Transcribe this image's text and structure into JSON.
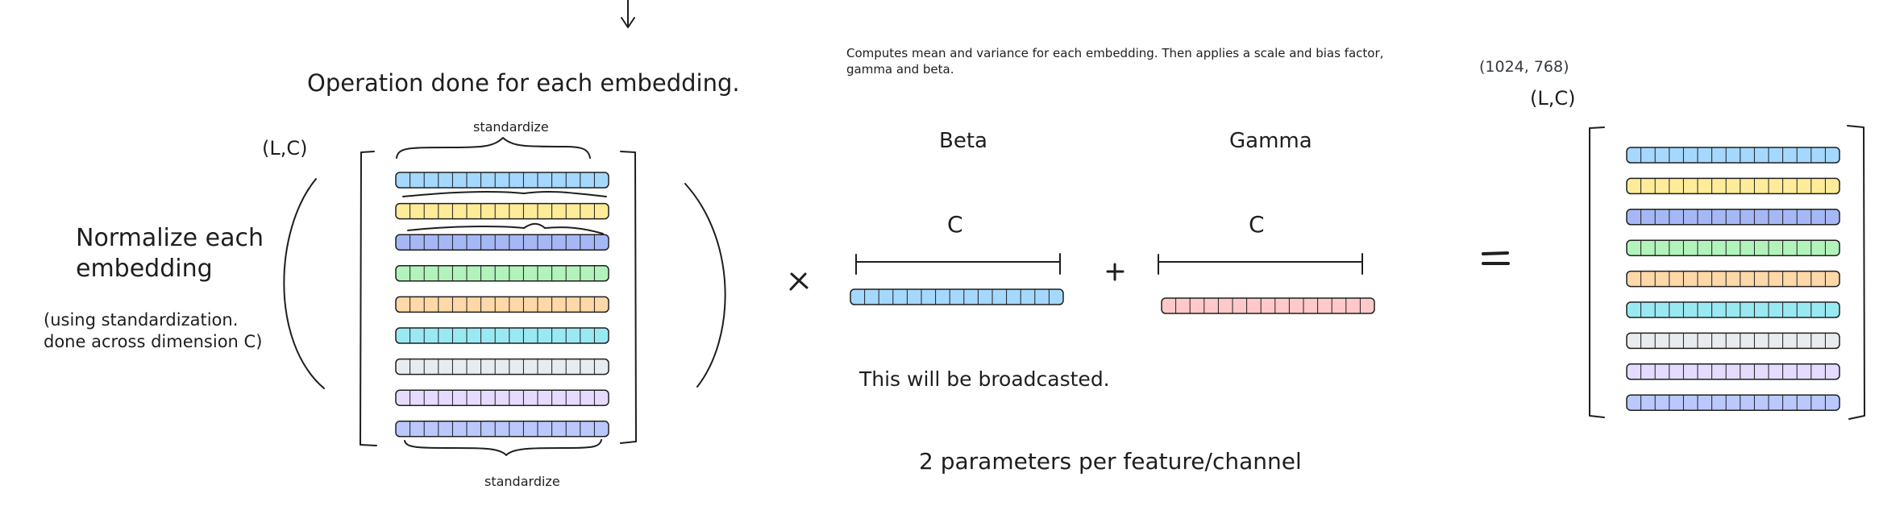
{
  "texts": {
    "operation_title": "Operation done for each embedding.",
    "standardize_top": "standardize",
    "standardize_bottom": "standardize",
    "shape_left": "(L,C)",
    "normalize_line1": "Normalize each",
    "normalize_line2": "embedding",
    "using_line1": "(using standardization.",
    "using_line2": "done across dimension C)",
    "description_line1": "Computes mean and variance for each embedding. Then applies a scale and bias factor,",
    "description_line2": "gamma and beta.",
    "beta_label": "Beta",
    "gamma_label": "Gamma",
    "beta_dim": "C",
    "gamma_dim": "C",
    "multiply_sign": "×",
    "plus_sign": "+",
    "equals_sign": "=",
    "broadcast_note": "This will be broadcasted.",
    "params_note": "2 parameters per feature/channel",
    "output_shape_numeric": "(1024, 768)",
    "output_shape": "(L,C)"
  },
  "embedding_colors": [
    "#a5d8ff",
    "#ffec99",
    "#a5b8f5",
    "#b2f2bb",
    "#ffd8a8",
    "#99e9f2",
    "#e9ecef",
    "#e5dbff",
    "#bac8ff"
  ],
  "beta_color": "#a5d8ff",
  "gamma_color": "#ffc9c9",
  "cells_per_row": 15,
  "stroke_color": "#1e1e1e"
}
